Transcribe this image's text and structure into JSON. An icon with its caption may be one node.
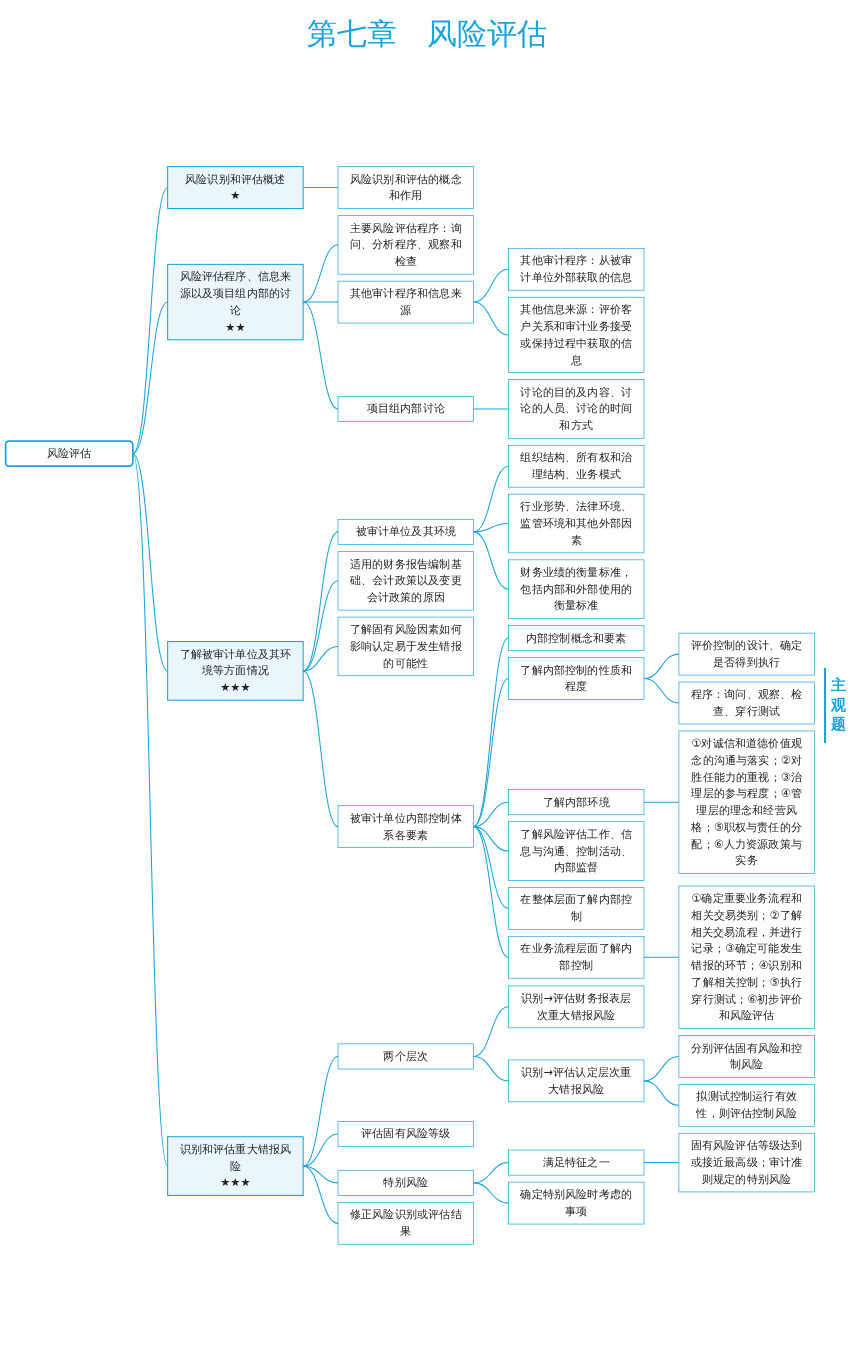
{
  "diagram": {
    "title": "第七章　风险评估",
    "nodes": [
      {
        "text": [
          "风险评估"
        ]
      },
      {
        "text": [
          "风险识别和评估概述",
          "★"
        ]
      },
      {
        "text": [
          "风险识别和评估的概念和作用"
        ]
      },
      {
        "text": [
          "风险评估程序、信息来源以及项目组内部的讨论",
          "★★"
        ]
      },
      {
        "text": [
          "主要风险评估程序：询问、分析程序、观察和检查"
        ]
      },
      {
        "text": [
          "其他审计程序和信息来源"
        ]
      },
      {
        "text": [
          "其他审计程序：从被审计单位外部获取的信息"
        ]
      },
      {
        "text": [
          "其他信息来源：评价客户关系和审计业务接受或保持过程中获取的信息"
        ]
      },
      {
        "text": [
          "项目组内部讨论"
        ]
      },
      {
        "text": [
          "讨论的目的及内容、讨论的人员、讨论的时间和方式"
        ]
      },
      {
        "text": [
          "了解被审计单位及其环境等方面情况",
          "★★★"
        ]
      },
      {
        "text": [
          "被审计单位及其环境"
        ]
      },
      {
        "text": [
          "组织结构、所有权和治理结构、业务模式"
        ]
      },
      {
        "text": [
          "行业形势、法律环境、监管环境和其他外部因素"
        ]
      },
      {
        "text": [
          "财务业绩的衡量标准，包括内部和外部使用的衡量标准"
        ]
      },
      {
        "text": [
          "适用的财务报告编制基础、会计政策以及变更会计政策的原因"
        ]
      },
      {
        "text": [
          "了解固有风险因素如何影响认定易于发生错报的可能性"
        ]
      },
      {
        "text": [
          "被审计单位内部控制体系各要素"
        ]
      },
      {
        "text": [
          "内部控制概念和要素"
        ]
      },
      {
        "text": [
          "了解内部控制的性质和程度"
        ]
      },
      {
        "text": [
          "评价控制的设计、确定是否得到执行"
        ]
      },
      {
        "text": [
          "程序：询问、观察、检查、穿行测试"
        ]
      },
      {
        "text": [
          "了解内部环境"
        ]
      },
      {
        "text": [
          "①对诚信和道德价值观念的沟通与落实；②对胜任能力的重视；③治理层的参与程度；④管理层的理念和经营风格；⑤职权与责任的分配；⑥人力资源政策与实务"
        ]
      },
      {
        "text": [
          "了解风险评估工作、信息与沟通、控制活动、内部监督"
        ]
      },
      {
        "text": [
          "在整体层面了解内部控制"
        ]
      },
      {
        "text": [
          "在业务流程层面了解内部控制"
        ]
      },
      {
        "text": [
          "①确定重要业务流程和相关交易类别；②了解相关交易流程，并进行记录；③确定可能发生错报的环节；④识别和了解相关控制；⑤执行穿行测试；⑥初步评价和风险评估"
        ]
      },
      {
        "text": [
          "识别和评估重大错报风险",
          "★★★"
        ]
      },
      {
        "text": [
          "两个层次"
        ]
      },
      {
        "text": [
          "识别→评估财务报表层次重大错报风险"
        ]
      },
      {
        "text": [
          "识别→评估认定层次重大错报风险"
        ]
      },
      {
        "text": [
          "分别评估固有风险和控制风险"
        ]
      },
      {
        "text": [
          "拟测试控制运行有效性，则评估控制风险"
        ]
      },
      {
        "text": [
          "评估固有风险等级"
        ]
      },
      {
        "text": [
          "特别风险"
        ]
      },
      {
        "text": [
          "满足特征之一"
        ]
      },
      {
        "text": [
          "固有风险评估等级达到或接近最高级；审计准则规定的特别风险"
        ]
      },
      {
        "text": [
          "确定特别风险时考虑的事项"
        ]
      },
      {
        "text": [
          "修正风险识别或评估结果"
        ]
      }
    ],
    "edges": [
      {
        "from": 0,
        "to": 1,
        "arrow": "none"
      },
      {
        "from": 1,
        "to": 2,
        "arrow": "none"
      },
      {
        "from": 0,
        "to": 3,
        "arrow": "none"
      },
      {
        "from": 3,
        "to": 4,
        "arrow": "none"
      },
      {
        "from": 3,
        "to": 5,
        "arrow": "none"
      },
      {
        "from": 5,
        "to": 6,
        "arrow": "none"
      },
      {
        "from": 5,
        "to": 7,
        "arrow": "none"
      },
      {
        "from": 3,
        "to": 8,
        "arrow": "none"
      },
      {
        "from": 8,
        "to": 9,
        "arrow": "none"
      },
      {
        "from": 0,
        "to": 10,
        "arrow": "none"
      },
      {
        "from": 10,
        "to": 11,
        "arrow": "none"
      },
      {
        "from": 11,
        "to": 12,
        "arrow": "none"
      },
      {
        "from": 11,
        "to": 13,
        "arrow": "none"
      },
      {
        "from": 11,
        "to": 14,
        "arrow": "none"
      },
      {
        "from": 10,
        "to": 15,
        "arrow": "none"
      },
      {
        "from": 10,
        "to": 16,
        "arrow": "none"
      },
      {
        "from": 10,
        "to": 17,
        "arrow": "none"
      },
      {
        "from": 17,
        "to": 18,
        "arrow": "none"
      },
      {
        "from": 17,
        "to": 19,
        "arrow": "none"
      },
      {
        "from": 19,
        "to": 20,
        "arrow": "none"
      },
      {
        "from": 19,
        "to": 21,
        "arrow": "none"
      },
      {
        "from": 17,
        "to": 22,
        "arrow": "none"
      },
      {
        "from": 22,
        "to": 23,
        "arrow": "none"
      },
      {
        "from": 17,
        "to": 24,
        "arrow": "none"
      },
      {
        "from": 17,
        "to": 25,
        "arrow": "none"
      },
      {
        "from": 17,
        "to": 26,
        "arrow": "none"
      },
      {
        "from": 26,
        "to": 27,
        "arrow": "none"
      },
      {
        "from": 0,
        "to": 28,
        "arrow": "none"
      },
      {
        "from": 28,
        "to": 29,
        "arrow": "none"
      },
      {
        "from": 29,
        "to": 30,
        "arrow": "none"
      },
      {
        "from": 29,
        "to": 31,
        "arrow": "none"
      },
      {
        "from": 31,
        "to": 32,
        "arrow": "none"
      },
      {
        "from": 31,
        "to": 33,
        "arrow": "none"
      },
      {
        "from": 28,
        "to": 34,
        "arrow": "none"
      },
      {
        "from": 28,
        "to": 35,
        "arrow": "none"
      },
      {
        "from": 35,
        "to": 36,
        "arrow": "none"
      },
      {
        "from": 36,
        "to": 37,
        "arrow": "none"
      },
      {
        "from": 35,
        "to": 38,
        "arrow": "none"
      },
      {
        "from": 28,
        "to": 39,
        "arrow": "none"
      }
    ],
    "labels": [
      "主观题"
    ]
  }
}
